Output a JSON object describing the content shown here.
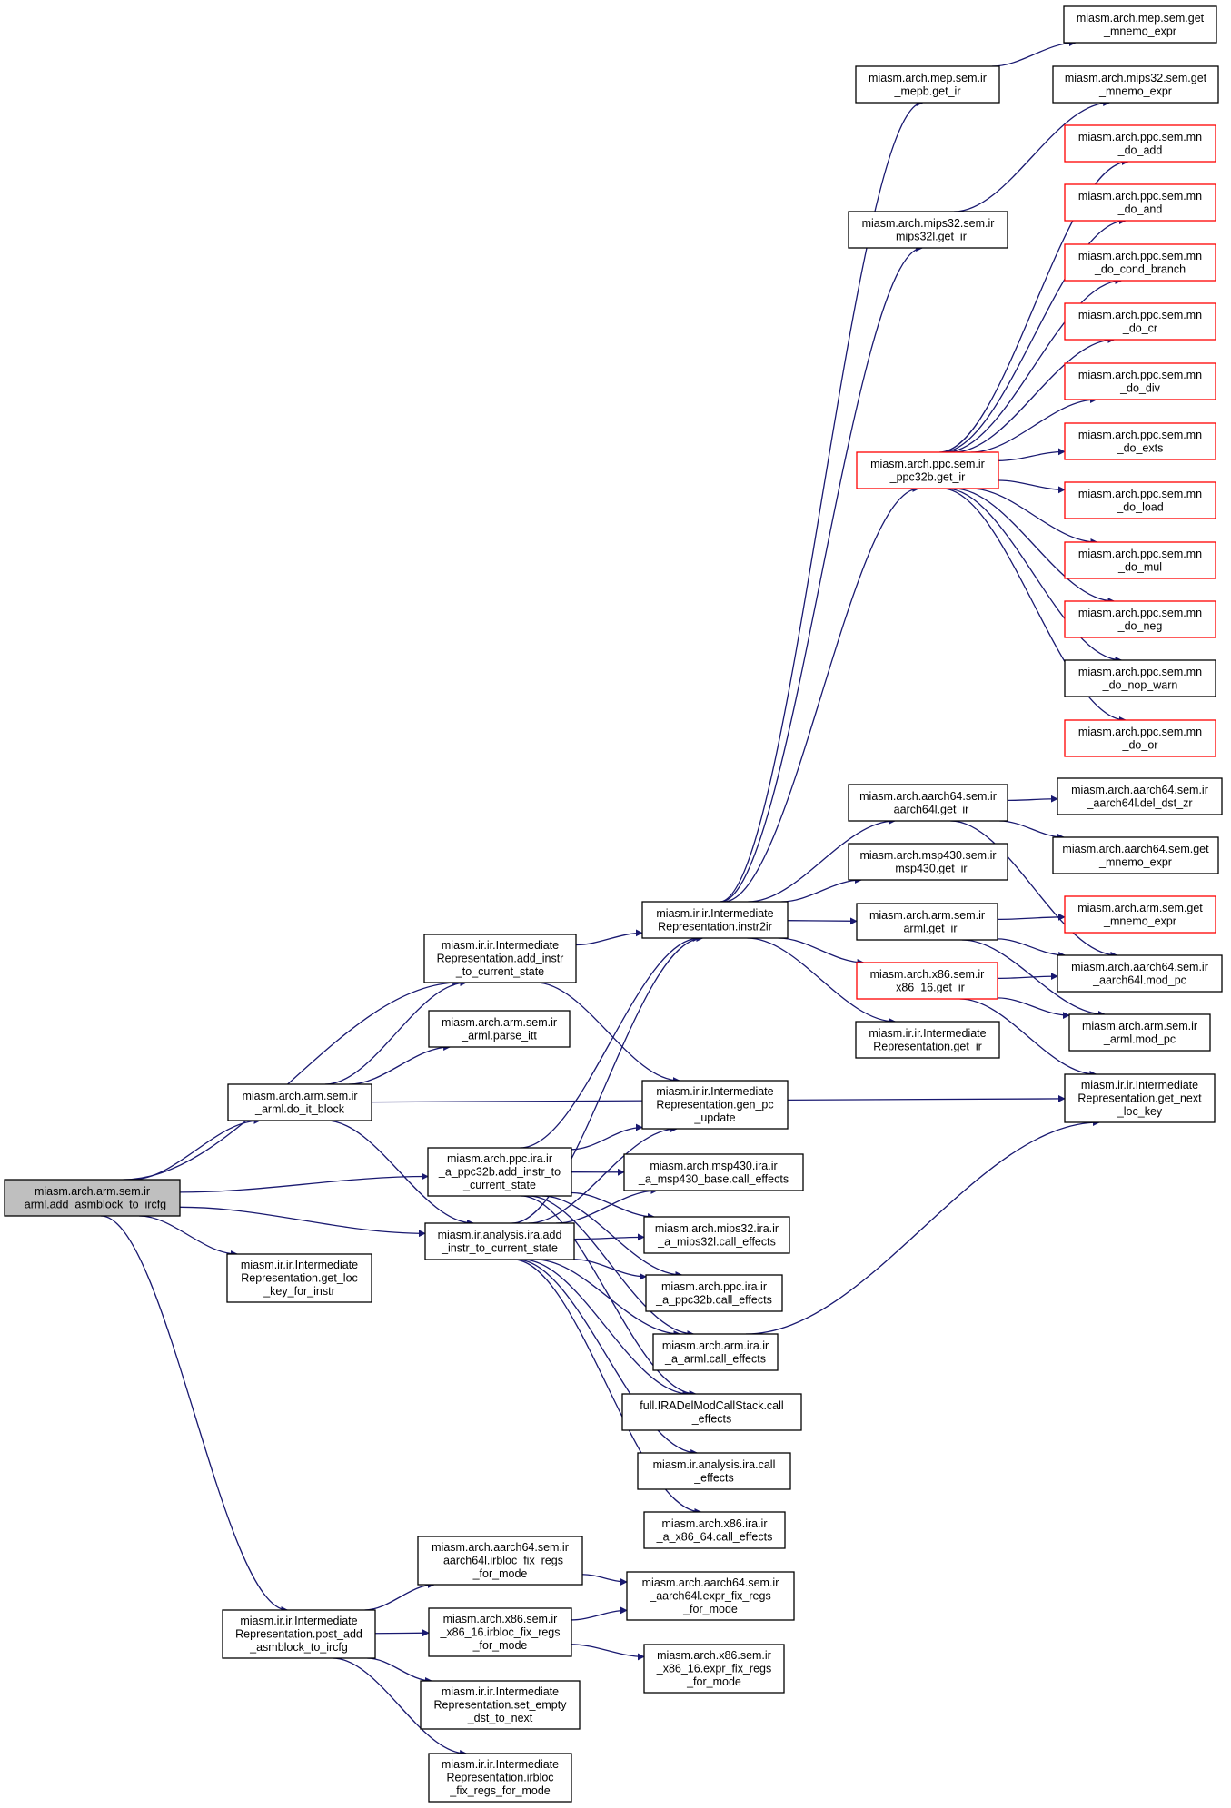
{
  "colors": {
    "edge": "#191970",
    "node_border": "#000000",
    "truncated_node_border": "#ff0000",
    "root_fill": "#bfbfbf",
    "node_fill": "#ffffff"
  },
  "root": "n_root",
  "nodes": [
    {
      "id": "n_root",
      "lines": [
        "miasm.arch.arm.sem.ir",
        "_arml.add_asmblock_to_ircfg"
      ],
      "style": "root"
    },
    {
      "id": "n_add_instr",
      "lines": [
        "miasm.ir.ir.Intermediate",
        "Representation.add_instr",
        "_to_current_state"
      ],
      "style": "normal"
    },
    {
      "id": "n_parse_itt",
      "lines": [
        "miasm.arch.arm.sem.ir",
        "_arml.parse_itt"
      ],
      "style": "normal"
    },
    {
      "id": "n_do_it_block",
      "lines": [
        "miasm.arch.arm.sem.ir",
        "_arml.do_it_block"
      ],
      "style": "normal"
    },
    {
      "id": "n_ppc_add_instr",
      "lines": [
        "miasm.arch.ppc.ira.ir",
        "_a_ppc32b.add_instr_to",
        "_current_state"
      ],
      "style": "normal"
    },
    {
      "id": "n_ira_add_instr",
      "lines": [
        "miasm.ir.analysis.ira.add",
        "_instr_to_current_state"
      ],
      "style": "normal"
    },
    {
      "id": "n_get_loc_key",
      "lines": [
        "miasm.ir.ir.Intermediate",
        "Representation.get_loc",
        "_key_for_instr"
      ],
      "style": "normal"
    },
    {
      "id": "n_post_add",
      "lines": [
        "miasm.ir.ir.Intermediate",
        "Representation.post_add",
        "_asmblock_to_ircfg"
      ],
      "style": "normal"
    },
    {
      "id": "n_instr2ir",
      "lines": [
        "miasm.ir.ir.Intermediate",
        "Representation.instr2ir"
      ],
      "style": "normal"
    },
    {
      "id": "n_gen_pc",
      "lines": [
        "miasm.ir.ir.Intermediate",
        "Representation.gen_pc",
        "_update"
      ],
      "style": "normal"
    },
    {
      "id": "n_msp430_ce",
      "lines": [
        "miasm.arch.msp430.ira.ir",
        "_a_msp430_base.call_effects"
      ],
      "style": "normal"
    },
    {
      "id": "n_mips32_ce",
      "lines": [
        "miasm.arch.mips32.ira.ir",
        "_a_mips32l.call_effects"
      ],
      "style": "normal"
    },
    {
      "id": "n_ppc_ce",
      "lines": [
        "miasm.arch.ppc.ira.ir",
        "_a_ppc32b.call_effects"
      ],
      "style": "normal"
    },
    {
      "id": "n_arm_ce",
      "lines": [
        "miasm.arch.arm.ira.ir",
        "_a_arml.call_effects"
      ],
      "style": "normal"
    },
    {
      "id": "n_full_ce",
      "lines": [
        "full.IRADelModCallStack.call",
        "_effects"
      ],
      "style": "normal"
    },
    {
      "id": "n_ira_ce",
      "lines": [
        "miasm.ir.analysis.ira.call",
        "_effects"
      ],
      "style": "normal"
    },
    {
      "id": "n_x86_ce",
      "lines": [
        "miasm.arch.x86.ira.ir",
        "_a_x86_64.call_effects"
      ],
      "style": "normal"
    },
    {
      "id": "n_aarch64_irbloc",
      "lines": [
        "miasm.arch.aarch64.sem.ir",
        "_aarch64l.irbloc_fix_regs",
        "_for_mode"
      ],
      "style": "normal"
    },
    {
      "id": "n_x86_irbloc",
      "lines": [
        "miasm.arch.x86.sem.ir",
        "_x86_16.irbloc_fix_regs",
        "_for_mode"
      ],
      "style": "normal"
    },
    {
      "id": "n_set_empty",
      "lines": [
        "miasm.ir.ir.Intermediate",
        "Representation.set_empty",
        "_dst_to_next"
      ],
      "style": "normal"
    },
    {
      "id": "n_irbloc_fix",
      "lines": [
        "miasm.ir.ir.Intermediate",
        "Representation.irbloc",
        "_fix_regs_for_mode"
      ],
      "style": "normal"
    },
    {
      "id": "n_aarch64_expr",
      "lines": [
        "miasm.arch.aarch64.sem.ir",
        "_aarch64l.expr_fix_regs",
        "_for_mode"
      ],
      "style": "normal"
    },
    {
      "id": "n_x86_expr",
      "lines": [
        "miasm.arch.x86.sem.ir",
        "_x86_16.expr_fix_regs",
        "_for_mode"
      ],
      "style": "normal"
    },
    {
      "id": "n_mep_get_ir",
      "lines": [
        "miasm.arch.mep.sem.ir",
        "_mepb.get_ir"
      ],
      "style": "normal"
    },
    {
      "id": "n_mips_get_ir",
      "lines": [
        "miasm.arch.mips32.sem.ir",
        "_mips32l.get_ir"
      ],
      "style": "normal"
    },
    {
      "id": "n_ppc_get_ir",
      "lines": [
        "miasm.arch.ppc.sem.ir",
        "_ppc32b.get_ir"
      ],
      "style": "truncated"
    },
    {
      "id": "n_aarch64_get_ir",
      "lines": [
        "miasm.arch.aarch64.sem.ir",
        "_aarch64l.get_ir"
      ],
      "style": "normal"
    },
    {
      "id": "n_msp430_get_ir",
      "lines": [
        "miasm.arch.msp430.sem.ir",
        "_msp430.get_ir"
      ],
      "style": "normal"
    },
    {
      "id": "n_arm_get_ir",
      "lines": [
        "miasm.arch.arm.sem.ir",
        "_arml.get_ir"
      ],
      "style": "normal"
    },
    {
      "id": "n_x86_get_ir",
      "lines": [
        "miasm.arch.x86.sem.ir",
        "_x86_16.get_ir"
      ],
      "style": "truncated"
    },
    {
      "id": "n_ir_get_ir",
      "lines": [
        "miasm.ir.ir.Intermediate",
        "Representation.get_ir"
      ],
      "style": "normal"
    },
    {
      "id": "n_mep_mnemo",
      "lines": [
        "miasm.arch.mep.sem.get",
        "_mnemo_expr"
      ],
      "style": "normal"
    },
    {
      "id": "n_mips_mnemo",
      "lines": [
        "miasm.arch.mips32.sem.get",
        "_mnemo_expr"
      ],
      "style": "normal"
    },
    {
      "id": "n_ppc_add",
      "lines": [
        "miasm.arch.ppc.sem.mn",
        "_do_add"
      ],
      "style": "truncated"
    },
    {
      "id": "n_ppc_and",
      "lines": [
        "miasm.arch.ppc.sem.mn",
        "_do_and"
      ],
      "style": "truncated"
    },
    {
      "id": "n_ppc_cond",
      "lines": [
        "miasm.arch.ppc.sem.mn",
        "_do_cond_branch"
      ],
      "style": "truncated"
    },
    {
      "id": "n_ppc_cr",
      "lines": [
        "miasm.arch.ppc.sem.mn",
        "_do_cr"
      ],
      "style": "truncated"
    },
    {
      "id": "n_ppc_div",
      "lines": [
        "miasm.arch.ppc.sem.mn",
        "_do_div"
      ],
      "style": "truncated"
    },
    {
      "id": "n_ppc_exts",
      "lines": [
        "miasm.arch.ppc.sem.mn",
        "_do_exts"
      ],
      "style": "truncated"
    },
    {
      "id": "n_ppc_load",
      "lines": [
        "miasm.arch.ppc.sem.mn",
        "_do_load"
      ],
      "style": "truncated"
    },
    {
      "id": "n_ppc_mul",
      "lines": [
        "miasm.arch.ppc.sem.mn",
        "_do_mul"
      ],
      "style": "truncated"
    },
    {
      "id": "n_ppc_neg",
      "lines": [
        "miasm.arch.ppc.sem.mn",
        "_do_neg"
      ],
      "style": "truncated"
    },
    {
      "id": "n_ppc_nop",
      "lines": [
        "miasm.arch.ppc.sem.mn",
        "_do_nop_warn"
      ],
      "style": "normal"
    },
    {
      "id": "n_ppc_or",
      "lines": [
        "miasm.arch.ppc.sem.mn",
        "_do_or"
      ],
      "style": "truncated"
    },
    {
      "id": "n_aarch64_del",
      "lines": [
        "miasm.arch.aarch64.sem.ir",
        "_aarch64l.del_dst_zr"
      ],
      "style": "normal"
    },
    {
      "id": "n_aarch64_mnemo",
      "lines": [
        "miasm.arch.aarch64.sem.get",
        "_mnemo_expr"
      ],
      "style": "normal"
    },
    {
      "id": "n_arm_mnemo",
      "lines": [
        "miasm.arch.arm.sem.get",
        "_mnemo_expr"
      ],
      "style": "truncated"
    },
    {
      "id": "n_aarch64_mod_pc",
      "lines": [
        "miasm.arch.aarch64.sem.ir",
        "_aarch64l.mod_pc"
      ],
      "style": "normal"
    },
    {
      "id": "n_arm_mod_pc",
      "lines": [
        "miasm.arch.arm.sem.ir",
        "_arml.mod_pc"
      ],
      "style": "normal"
    },
    {
      "id": "n_get_next_loc",
      "lines": [
        "miasm.ir.ir.Intermediate",
        "Representation.get_next",
        "_loc_key"
      ],
      "style": "normal"
    }
  ],
  "edges": [
    [
      "n_root",
      "n_add_instr"
    ],
    [
      "n_root",
      "n_do_it_block"
    ],
    [
      "n_root",
      "n_ppc_add_instr"
    ],
    [
      "n_root",
      "n_ira_add_instr"
    ],
    [
      "n_root",
      "n_get_loc_key"
    ],
    [
      "n_root",
      "n_post_add"
    ],
    [
      "n_add_instr",
      "n_instr2ir"
    ],
    [
      "n_add_instr",
      "n_gen_pc"
    ],
    [
      "n_do_it_block",
      "n_add_instr"
    ],
    [
      "n_do_it_block",
      "n_parse_itt"
    ],
    [
      "n_do_it_block",
      "n_get_next_loc"
    ],
    [
      "n_do_it_block",
      "n_ira_add_instr"
    ],
    [
      "n_ppc_add_instr",
      "n_instr2ir"
    ],
    [
      "n_ppc_add_instr",
      "n_gen_pc"
    ],
    [
      "n_ppc_add_instr",
      "n_msp430_ce"
    ],
    [
      "n_ppc_add_instr",
      "n_mips32_ce"
    ],
    [
      "n_ppc_add_instr",
      "n_ppc_ce"
    ],
    [
      "n_ppc_add_instr",
      "n_arm_ce"
    ],
    [
      "n_ppc_add_instr",
      "n_full_ce"
    ],
    [
      "n_ira_add_instr",
      "n_instr2ir"
    ],
    [
      "n_ira_add_instr",
      "n_gen_pc"
    ],
    [
      "n_ira_add_instr",
      "n_msp430_ce"
    ],
    [
      "n_ira_add_instr",
      "n_mips32_ce"
    ],
    [
      "n_ira_add_instr",
      "n_ppc_ce"
    ],
    [
      "n_ira_add_instr",
      "n_arm_ce"
    ],
    [
      "n_ira_add_instr",
      "n_full_ce"
    ],
    [
      "n_ira_add_instr",
      "n_ira_ce"
    ],
    [
      "n_ira_add_instr",
      "n_x86_ce"
    ],
    [
      "n_arm_ce",
      "n_get_next_loc"
    ],
    [
      "n_post_add",
      "n_aarch64_irbloc"
    ],
    [
      "n_post_add",
      "n_x86_irbloc"
    ],
    [
      "n_post_add",
      "n_set_empty"
    ],
    [
      "n_post_add",
      "n_irbloc_fix"
    ],
    [
      "n_aarch64_irbloc",
      "n_aarch64_expr"
    ],
    [
      "n_x86_irbloc",
      "n_aarch64_expr"
    ],
    [
      "n_x86_irbloc",
      "n_x86_expr"
    ],
    [
      "n_instr2ir",
      "n_mep_get_ir"
    ],
    [
      "n_instr2ir",
      "n_mips_get_ir"
    ],
    [
      "n_instr2ir",
      "n_ppc_get_ir"
    ],
    [
      "n_instr2ir",
      "n_aarch64_get_ir"
    ],
    [
      "n_instr2ir",
      "n_msp430_get_ir"
    ],
    [
      "n_instr2ir",
      "n_arm_get_ir"
    ],
    [
      "n_instr2ir",
      "n_x86_get_ir"
    ],
    [
      "n_instr2ir",
      "n_ir_get_ir"
    ],
    [
      "n_mep_get_ir",
      "n_mep_mnemo"
    ],
    [
      "n_mips_get_ir",
      "n_mips_mnemo"
    ],
    [
      "n_ppc_get_ir",
      "n_ppc_add"
    ],
    [
      "n_ppc_get_ir",
      "n_ppc_and"
    ],
    [
      "n_ppc_get_ir",
      "n_ppc_cond"
    ],
    [
      "n_ppc_get_ir",
      "n_ppc_cr"
    ],
    [
      "n_ppc_get_ir",
      "n_ppc_div"
    ],
    [
      "n_ppc_get_ir",
      "n_ppc_exts"
    ],
    [
      "n_ppc_get_ir",
      "n_ppc_load"
    ],
    [
      "n_ppc_get_ir",
      "n_ppc_mul"
    ],
    [
      "n_ppc_get_ir",
      "n_ppc_neg"
    ],
    [
      "n_ppc_get_ir",
      "n_ppc_nop"
    ],
    [
      "n_ppc_get_ir",
      "n_ppc_or"
    ],
    [
      "n_aarch64_get_ir",
      "n_aarch64_del"
    ],
    [
      "n_aarch64_get_ir",
      "n_aarch64_mnemo"
    ],
    [
      "n_aarch64_get_ir",
      "n_aarch64_mod_pc"
    ],
    [
      "n_arm_get_ir",
      "n_arm_mnemo"
    ],
    [
      "n_arm_get_ir",
      "n_aarch64_mod_pc"
    ],
    [
      "n_arm_get_ir",
      "n_arm_mod_pc"
    ],
    [
      "n_x86_get_ir",
      "n_aarch64_mod_pc"
    ],
    [
      "n_x86_get_ir",
      "n_arm_mod_pc"
    ],
    [
      "n_x86_get_ir",
      "n_get_next_loc"
    ]
  ]
}
